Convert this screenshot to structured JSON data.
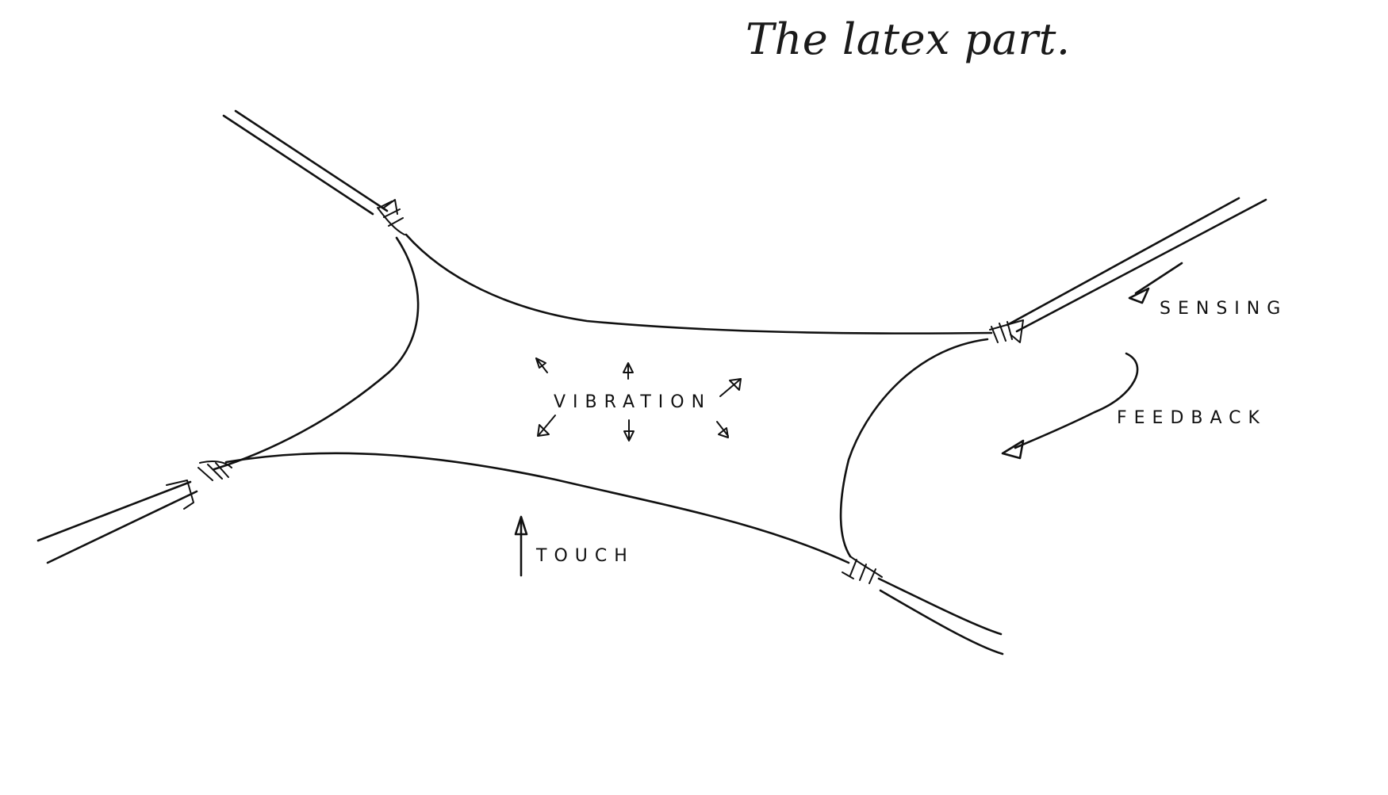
{
  "title": "The latex part.",
  "labels": {
    "vibration": "VIBRATION",
    "touch": "TOUCH",
    "sensing": "SENSING",
    "feedback": "FEEDBACK"
  },
  "colors": {
    "ink": "#111111",
    "paper": "#ffffff"
  }
}
